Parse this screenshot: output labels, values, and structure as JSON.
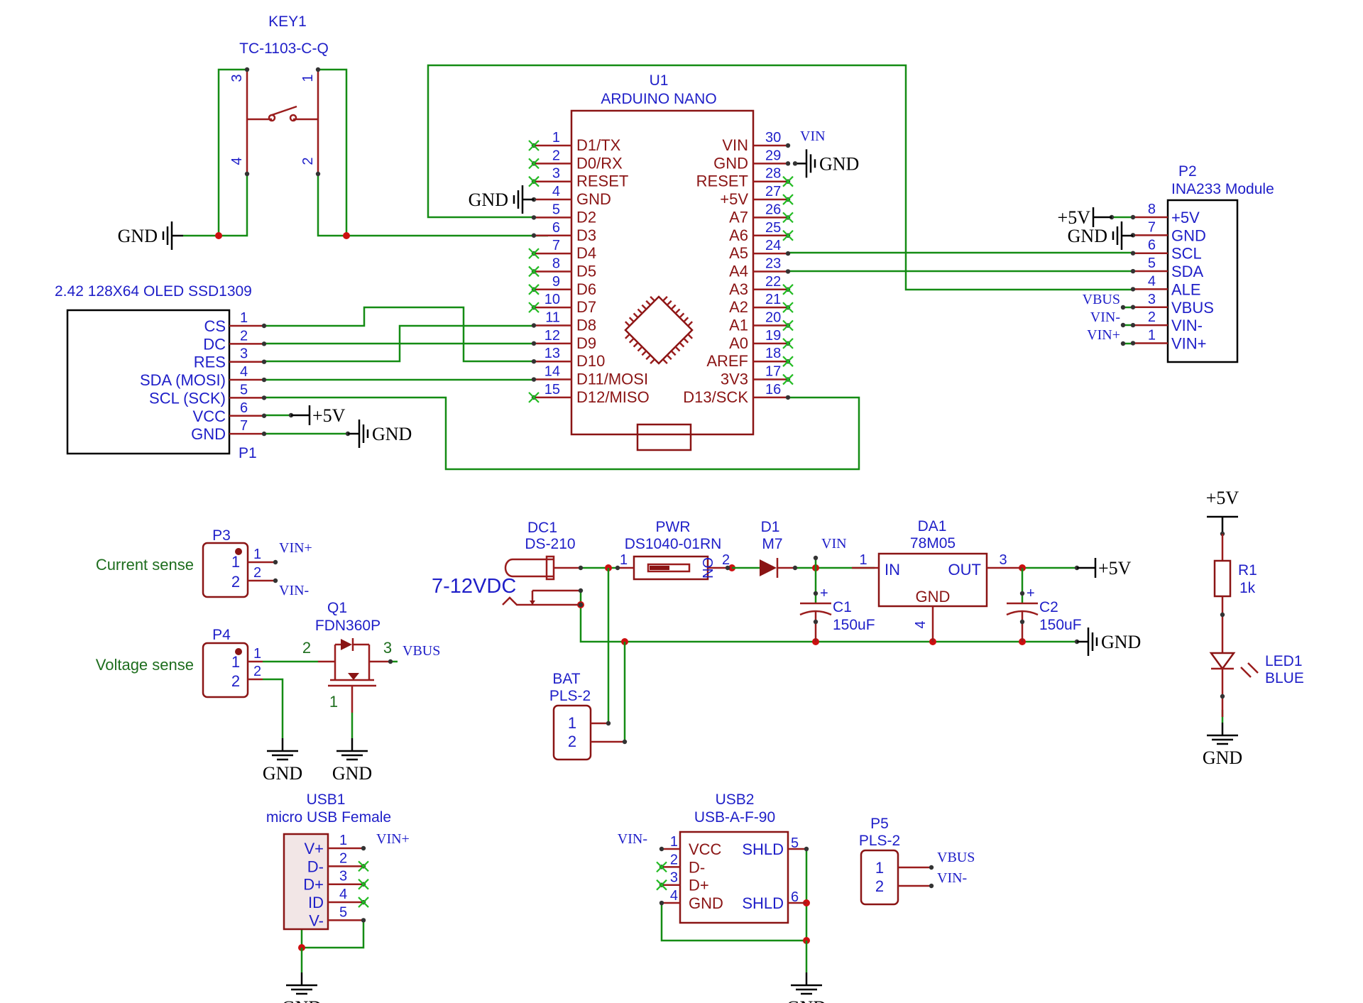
{
  "key1": {
    "ref": "KEY1",
    "value": "TC-1103-C-Q",
    "pins": [
      "3",
      "4",
      "1",
      "2"
    ]
  },
  "u1": {
    "ref": "U1",
    "value": "ARDUINO  NANO",
    "left_pins": [
      [
        "1",
        "D1/TX"
      ],
      [
        "2",
        "D0/RX"
      ],
      [
        "3",
        "RESET"
      ],
      [
        "4",
        "GND"
      ],
      [
        "5",
        "D2"
      ],
      [
        "6",
        "D3"
      ],
      [
        "7",
        "D4"
      ],
      [
        "8",
        "D5"
      ],
      [
        "9",
        "D6"
      ],
      [
        "10",
        "D7"
      ],
      [
        "11",
        "D8"
      ],
      [
        "12",
        "D9"
      ],
      [
        "13",
        "D10"
      ],
      [
        "14",
        "D11/MOSI"
      ],
      [
        "15",
        "D12/MISO"
      ]
    ],
    "right_pins": [
      [
        "30",
        "VIN"
      ],
      [
        "29",
        "GND"
      ],
      [
        "28",
        "RESET"
      ],
      [
        "27",
        "+5V"
      ],
      [
        "26",
        "A7"
      ],
      [
        "25",
        "A6"
      ],
      [
        "24",
        "A5"
      ],
      [
        "23",
        "A4"
      ],
      [
        "22",
        "A3"
      ],
      [
        "21",
        "A2"
      ],
      [
        "20",
        "A1"
      ],
      [
        "19",
        "A0"
      ],
      [
        "18",
        "AREF"
      ],
      [
        "17",
        "3V3"
      ],
      [
        "16",
        "D13/SCK"
      ]
    ]
  },
  "p2": {
    "ref": "P2",
    "value": "INA233 Module",
    "pins": [
      [
        "8",
        "+5V"
      ],
      [
        "7",
        "GND"
      ],
      [
        "6",
        "SCL"
      ],
      [
        "5",
        "SDA"
      ],
      [
        "4",
        "ALE"
      ],
      [
        "3",
        "VBUS"
      ],
      [
        "2",
        "VIN-"
      ],
      [
        "1",
        "VIN+"
      ]
    ]
  },
  "p1": {
    "ref": "P1",
    "value": "2.42 128X64 OLED SSD1309",
    "pins": [
      [
        "1",
        "CS"
      ],
      [
        "2",
        "DC"
      ],
      [
        "3",
        "RES"
      ],
      [
        "4",
        "SDA (MOSI)"
      ],
      [
        "5",
        "SCL (SCK)"
      ],
      [
        "6",
        "VCC"
      ],
      [
        "7",
        "GND"
      ]
    ]
  },
  "p3": {
    "ref": "P3",
    "note": "Current sense",
    "pins": [
      "1",
      "2"
    ]
  },
  "p4": {
    "ref": "P4",
    "note": "Voltage sense",
    "pins": [
      "1",
      "2"
    ]
  },
  "q1": {
    "ref": "Q1",
    "value": "FDN360P",
    "pins": [
      "1",
      "2",
      "3"
    ]
  },
  "dc1": {
    "ref": "DC1",
    "value": "DS-210"
  },
  "vdc": "7-12VDC",
  "pwr": {
    "ref": "PWR",
    "value": "DS1040-01RN",
    "pins": [
      "1",
      "2"
    ],
    "on": "ON"
  },
  "d1": {
    "ref": "D1",
    "value": "M7"
  },
  "da1": {
    "ref": "DA1",
    "value": "78M05",
    "in": "IN",
    "out": "OUT",
    "gnd": "GND",
    "pins": [
      "1",
      "3",
      "4"
    ]
  },
  "c1": {
    "ref": "C1",
    "value": "150uF"
  },
  "c2": {
    "ref": "C2",
    "value": "150uF"
  },
  "bat": {
    "ref": "BAT",
    "value": "PLS-2",
    "pins": [
      "1",
      "2"
    ]
  },
  "r1": {
    "ref": "R1",
    "value": "1k"
  },
  "led1": {
    "ref": "LED1",
    "value": "BLUE"
  },
  "usb1": {
    "ref": "USB1",
    "value": "micro USB Female",
    "pins": [
      [
        "1",
        "V+"
      ],
      [
        "2",
        "D-"
      ],
      [
        "3",
        "D+"
      ],
      [
        "4",
        "ID"
      ],
      [
        "5",
        "V-"
      ]
    ]
  },
  "usb2": {
    "ref": "USB2",
    "value": "USB-A-F-90",
    "left": [
      [
        "1",
        "VCC"
      ],
      [
        "2",
        "D-"
      ],
      [
        "3",
        "D+"
      ],
      [
        "4",
        "GND"
      ]
    ],
    "right": [
      [
        "5",
        "SHLD"
      ],
      [
        "6",
        "SHLD"
      ]
    ]
  },
  "p5": {
    "ref": "P5",
    "value": "PLS-2",
    "pins": [
      "1",
      "2"
    ]
  },
  "nets": {
    "gnd": "GND",
    "p5v": "+5V",
    "vin": "VIN",
    "vinp": "VIN+",
    "vinm": "VIN-",
    "vbus": "VBUS"
  }
}
